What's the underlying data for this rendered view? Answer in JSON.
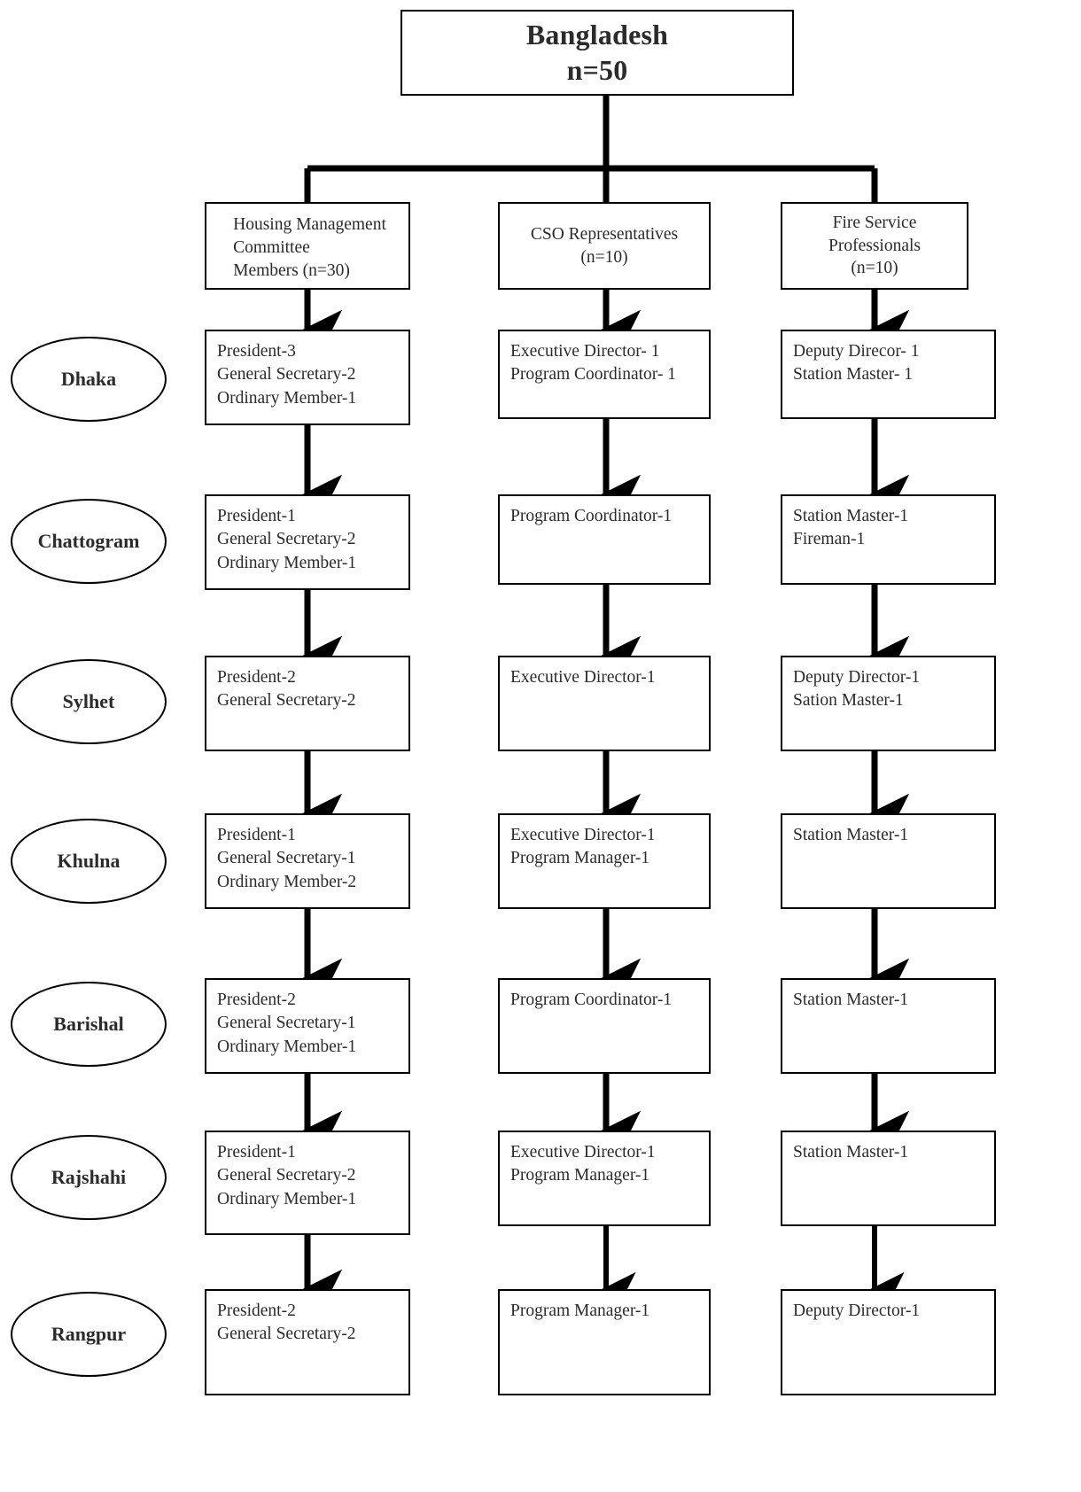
{
  "diagram": {
    "title": "Bangladesh",
    "root": {
      "label": "Bangladesh\nn=50",
      "name": "Bangladesh",
      "sample": "n=50"
    },
    "categories": [
      {
        "label": "Housing Management\nCommittee\nMembers (n=30)",
        "name": "Housing Management Committee Members",
        "sample": "n=30"
      },
      {
        "label": "CSO Representatives\n(n=10)",
        "name": "CSO Representatives",
        "sample": "n=10"
      },
      {
        "label": "Fire Service\nProfessionals\n(n=10)",
        "name": "Fire Service Professionals",
        "sample": "n=10"
      }
    ],
    "regions": [
      {
        "label": "Dhaka"
      },
      {
        "label": "Chattogram"
      },
      {
        "label": "Sylhet"
      },
      {
        "label": "Khulna"
      },
      {
        "label": "Barishal"
      },
      {
        "label": "Rajshahi"
      },
      {
        "label": "Rangpur"
      }
    ],
    "cells": {
      "dhaka": {
        "hmc": "President-3\nGeneral Secretary-2\nOrdinary Member-1",
        "cso": "Executive Director- 1\nProgram Coordinator- 1",
        "fire": "Deputy Direcor- 1\nStation Master- 1"
      },
      "chattogram": {
        "hmc": "President-1\nGeneral Secretary-2\nOrdinary Member-1",
        "cso": "Program Coordinator-1",
        "fire": "Station Master-1\nFireman-1"
      },
      "sylhet": {
        "hmc": "President-2\nGeneral Secretary-2",
        "cso": "Executive Director-1",
        "fire": "Deputy Director-1\nSation Master-1"
      },
      "khulna": {
        "hmc": "President-1\nGeneral Secretary-1\nOrdinary Member-2",
        "cso": "Executive Director-1\nProgram Manager-1",
        "fire": "Station Master-1"
      },
      "barishal": {
        "hmc": "President-2\nGeneral Secretary-1\nOrdinary Member-1",
        "cso": "Program Coordinator-1",
        "fire": "Station Master-1"
      },
      "rajshahi": {
        "hmc": "President-1\nGeneral Secretary-2\nOrdinary Member-1",
        "cso": "Executive Director-1\nProgram Manager-1",
        "fire": "Station Master-1"
      },
      "rangpur": {
        "hmc": "President-2\nGeneral Secretary-2",
        "cso": "Program Manager-1",
        "fire": "Deputy Director-1"
      }
    },
    "colors": {
      "stroke": "#000000",
      "text": "#2b2b2b",
      "background": "#ffffff"
    }
  }
}
